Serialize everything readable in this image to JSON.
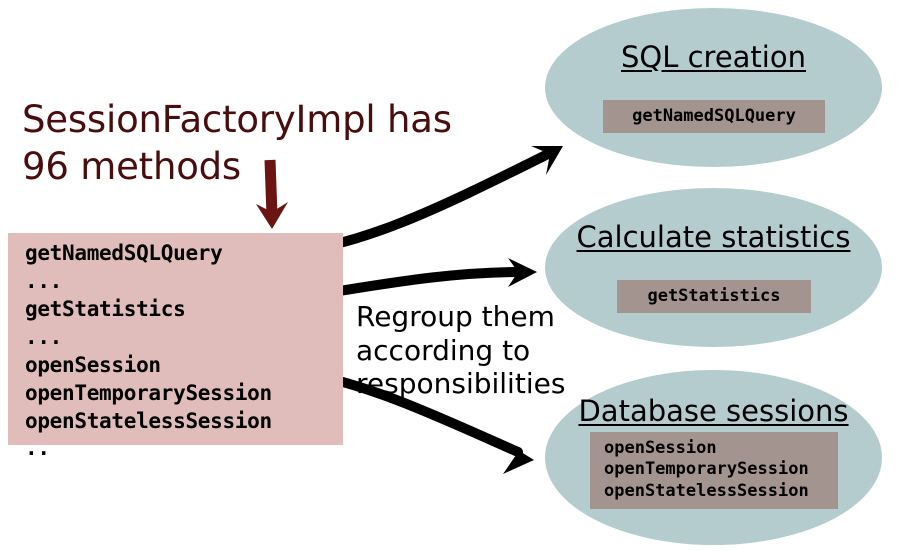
{
  "source": {
    "heading": "SessionFactoryImpl has\n96 methods",
    "heading_color": "#4a0d0d",
    "box_color": "#e0bdba",
    "methods_text": "getNamedSQLQuery\n...\ngetStatistics\n...\nopenSession\nopenTemporarySession\nopenStatelessSession\n.."
  },
  "annotation": {
    "regroup_note": "Regroup them\naccording to\nresponsibilities"
  },
  "groups": [
    {
      "id": "sql",
      "title": "SQL creation",
      "methods": "getNamedSQLQuery",
      "ellipse_color": "#b4ccce",
      "methods_box_color": "#a39490"
    },
    {
      "id": "stats",
      "title": "Calculate statistics",
      "methods": "getStatistics",
      "ellipse_color": "#b4ccce",
      "methods_box_color": "#a39490"
    },
    {
      "id": "db",
      "title": "Database sessions",
      "methods": "openSession\nopenTemporarySession\nopenStatelessSession",
      "ellipse_color": "#b4ccce",
      "methods_box_color": "#a39490"
    }
  ],
  "arrows": {
    "count_pointer_color": "#6b1414",
    "flow_color": "#000000"
  }
}
